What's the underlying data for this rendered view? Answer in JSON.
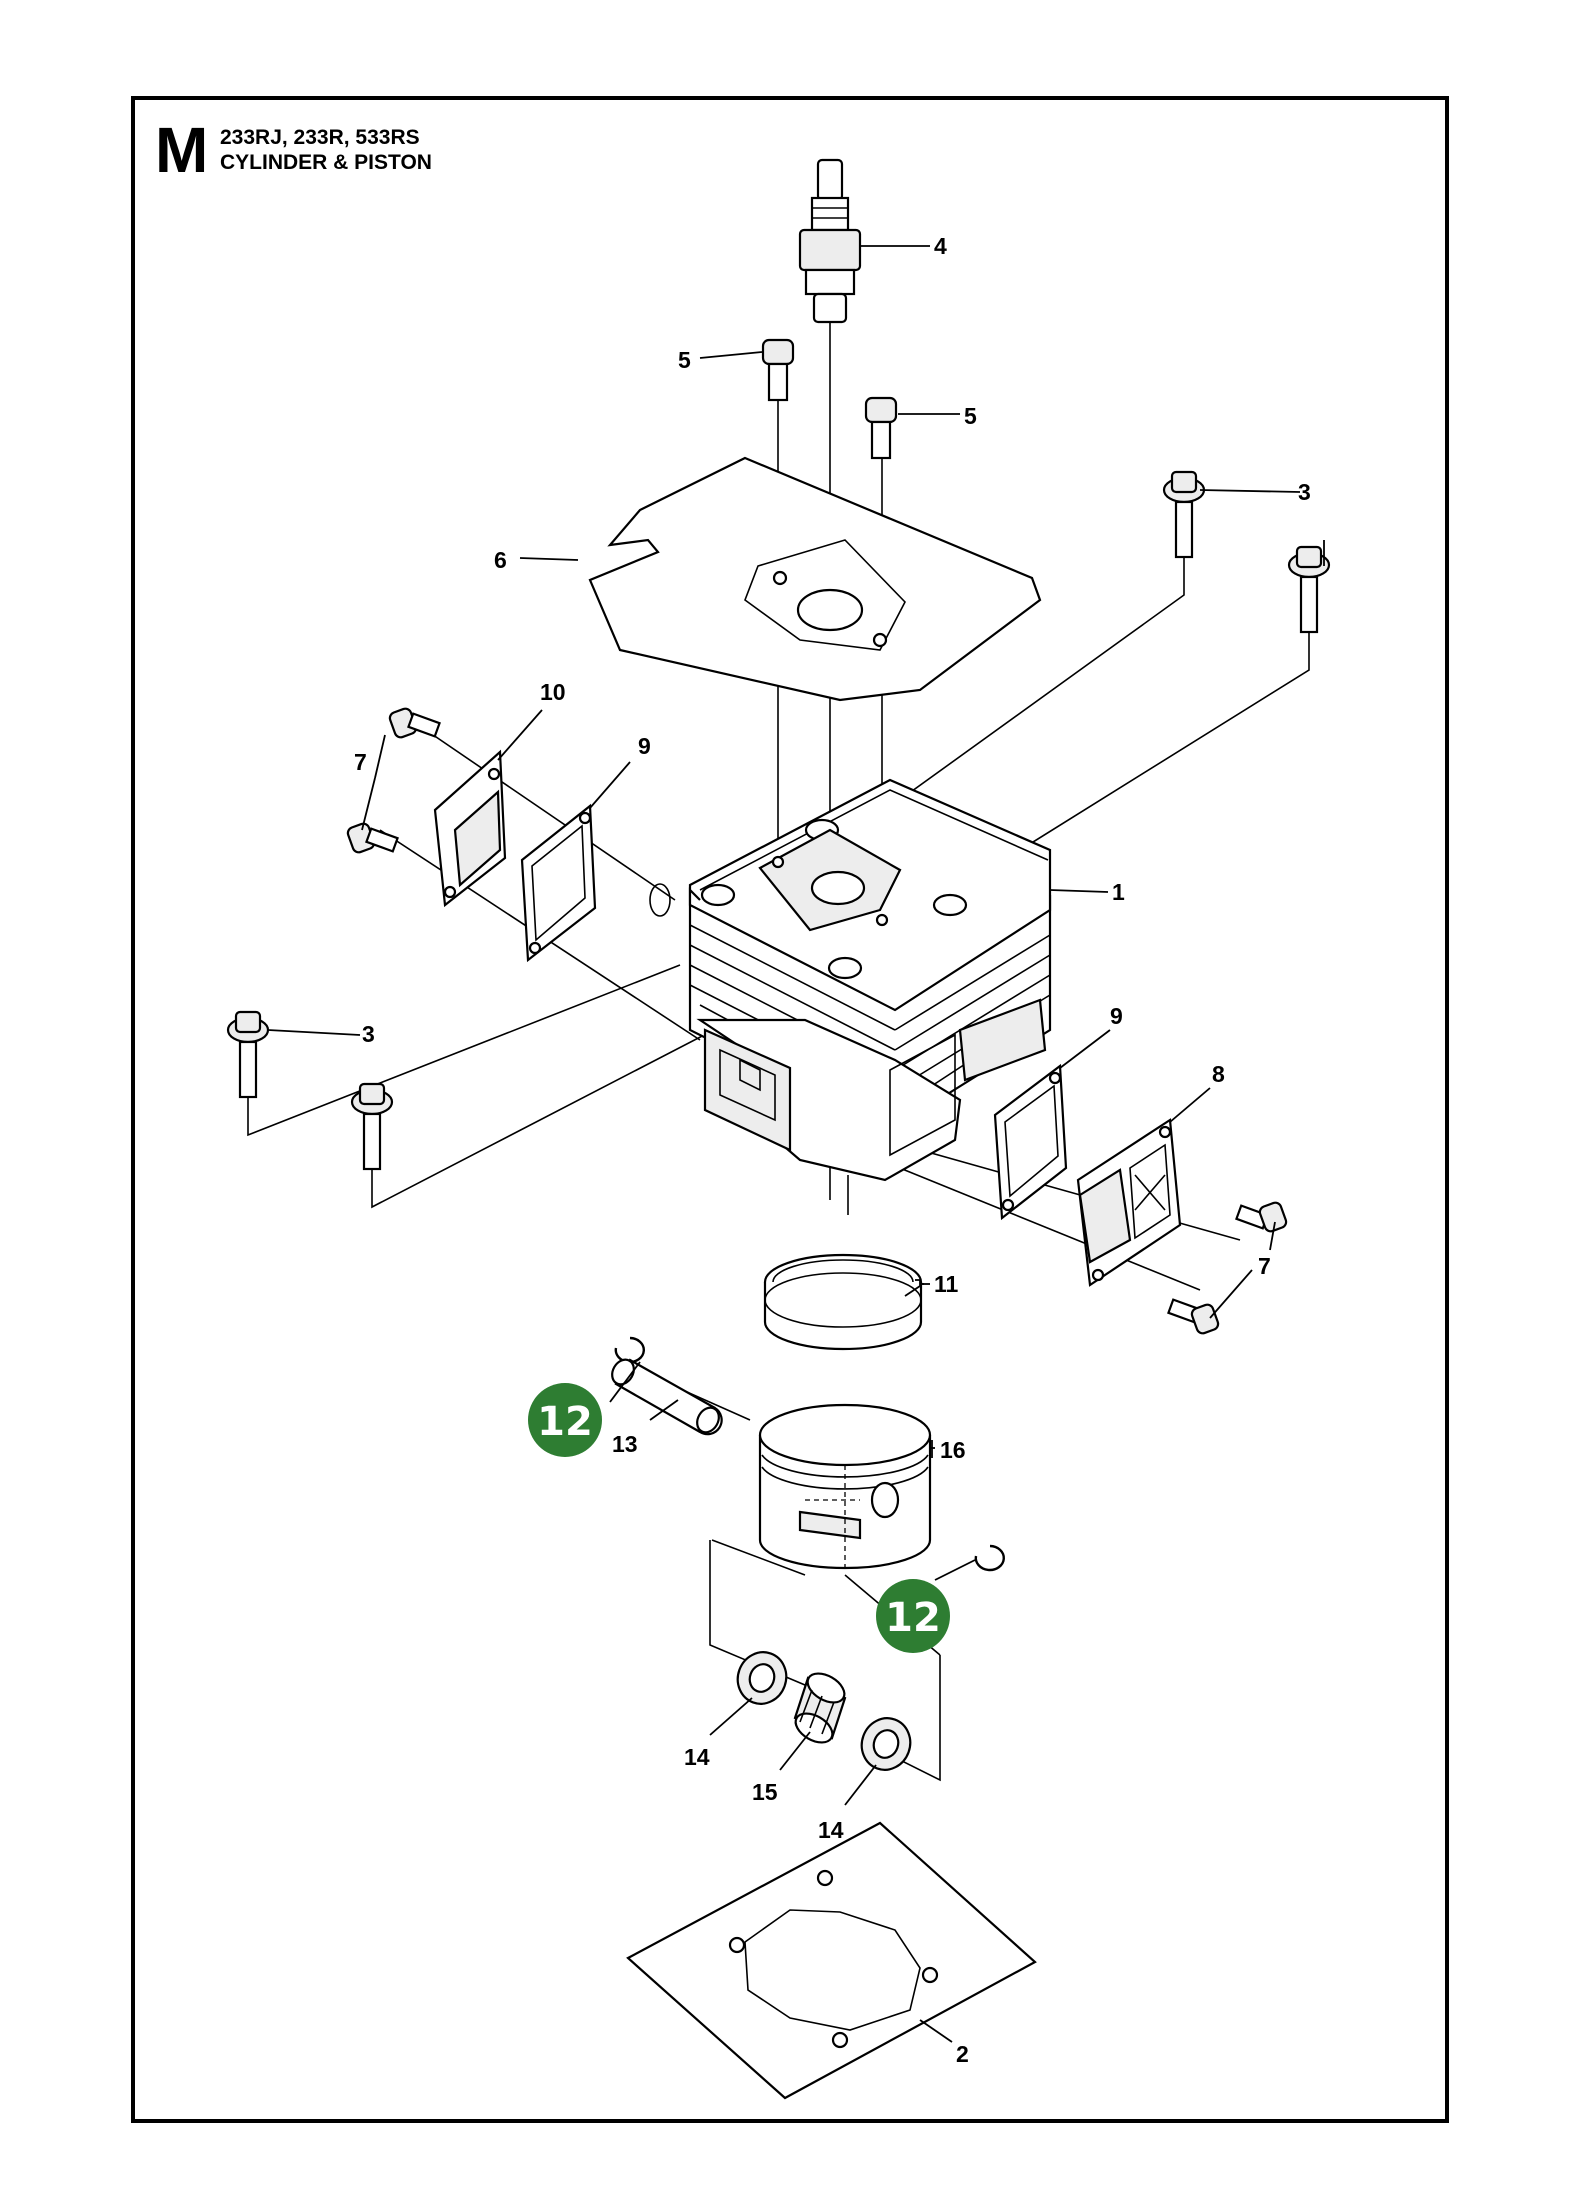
{
  "header": {
    "section_letter": "M",
    "models": "233RJ, 233R, 533RS",
    "title": "CYLINDER & PISTON"
  },
  "parts": {
    "p1": "1",
    "p2": "2",
    "p3a": "3",
    "p3b": "3",
    "p4": "4",
    "p5a": "5",
    "p5b": "5",
    "p6": "6",
    "p7a": "7",
    "p7b": "7",
    "p8": "8",
    "p9a": "9",
    "p9b": "9",
    "p10": "10",
    "p11": "11",
    "p13": "13",
    "p14a": "14",
    "p14b": "14",
    "p15": "15",
    "p16": "16"
  },
  "callouts": {
    "c12a": "12",
    "c12b": "12",
    "color": "#2e7d32"
  }
}
